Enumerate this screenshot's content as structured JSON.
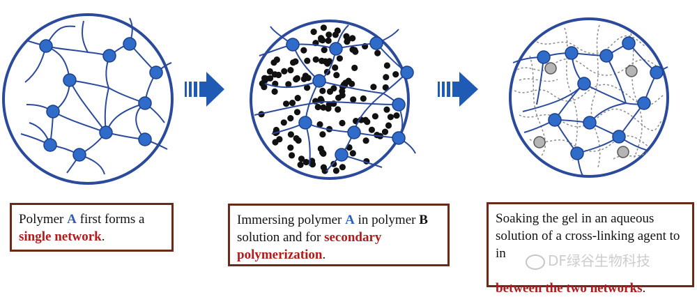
{
  "colors": {
    "chain": "#2b4a9c",
    "node": "#2f6cc9",
    "arrow": "#1f5bb5",
    "highlight": "#b11b1b",
    "box_border": "#6b2a16",
    "dot": "#111111",
    "dashed": "#8a8a8a",
    "grey_node": "#b5b5b5"
  },
  "icons": {
    "arrow1": "right-arrow-icon",
    "arrow2": "right-arrow-icon"
  },
  "captions": {
    "cap1": {
      "t1": "Polymer ",
      "b1": "A",
      "t2": " first forms a ",
      "r1": "single network",
      "t3": "."
    },
    "cap2": {
      "t1": "Immersing polymer ",
      "b1": "A",
      "t2": " in polymer ",
      "b2": "B",
      "t3": " solution and for ",
      "r1": "secondary polymerization",
      "t4": "."
    },
    "cap3": {
      "t1": "Soaking the gel in an aqueous solution of a cross-linking agent to in",
      "r1": "between the two networks",
      "t2": "."
    }
  },
  "watermark": "DF绿谷生物科技"
}
